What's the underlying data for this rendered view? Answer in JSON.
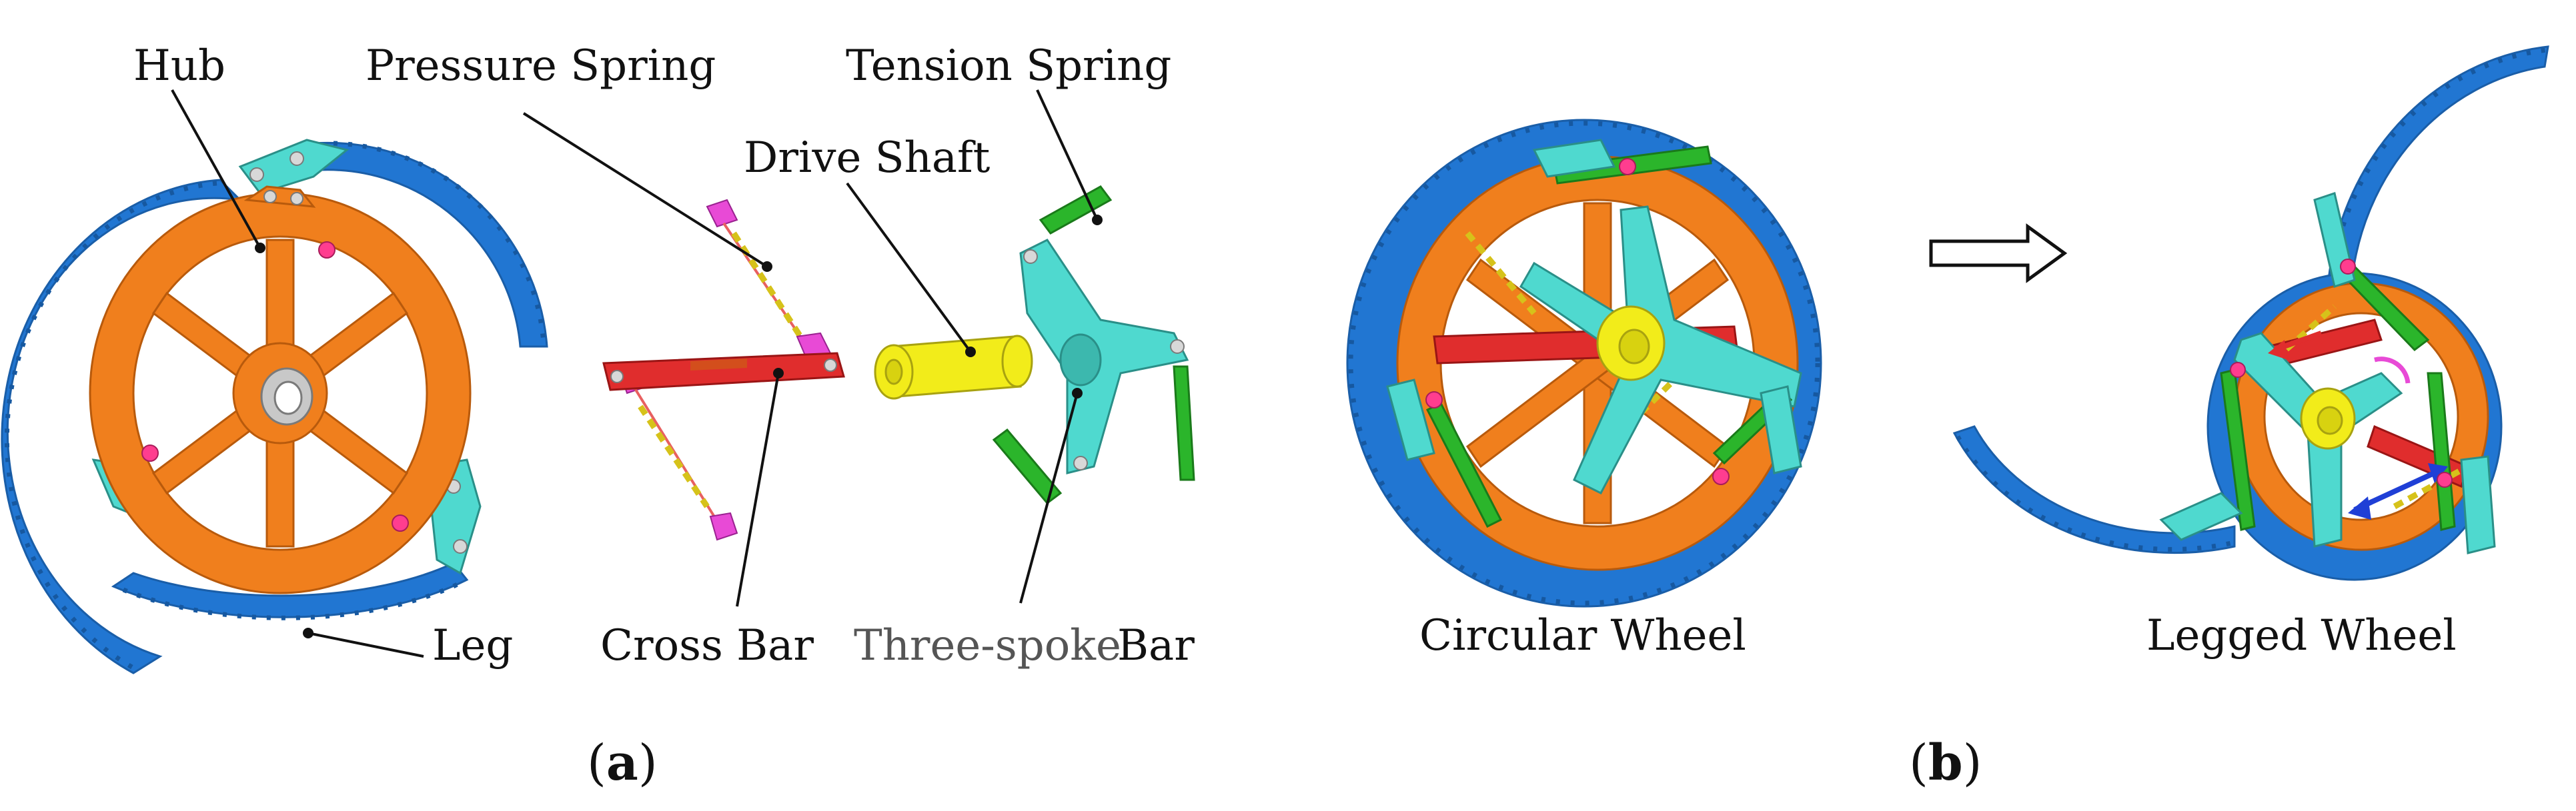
{
  "labels": {
    "hub": "Hub",
    "pressure_spring": "Pressure Spring",
    "tension_spring": "Tension Spring",
    "drive_shaft": "Drive Shaft",
    "leg": "Leg",
    "cross_bar": "Cross Bar",
    "three_spoke": "Three-spoke",
    "bar": "Bar",
    "circular_wheel": "Circular Wheel",
    "legged_wheel": "Legged Wheel"
  },
  "captions": {
    "a_open": "(",
    "a_letter": "a",
    "a_close": ")",
    "b_open": "(",
    "b_letter": "b",
    "b_close": ")"
  },
  "colors": {
    "leg": "#2176d2",
    "hub": "#f07f1d",
    "links": "#4fd9cf",
    "tension_spring": "#2bb52b",
    "cross_bar": "#e02d2d",
    "drive_shaft": "#f2ec1a",
    "pressure_spring": "#d6c21a"
  },
  "icons": {
    "transition": "right-arrow-outline-icon"
  }
}
